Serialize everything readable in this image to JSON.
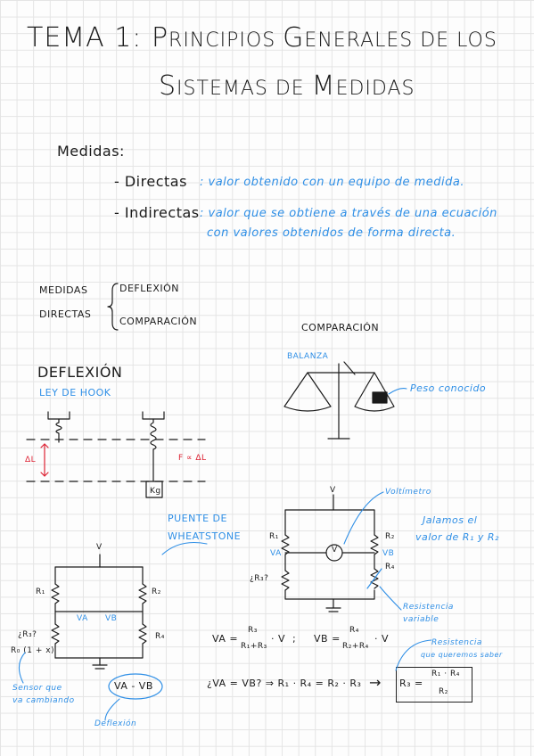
{
  "title": {
    "line1a": "TEMA 1: P",
    "line1b": "RINCIPIOS ",
    "line1c": "G",
    "line1d": "ENERALES DE LOS",
    "line2a": "S",
    "line2b": "ISTEMAS DE ",
    "line2c": "M",
    "line2d": "EDIDAS"
  },
  "measures": {
    "heading": "Medidas:",
    "direct_label": "- Directas",
    "direct_def": ": valor obtenido con un equipo de medida.",
    "indirect_label": "- Indirectas",
    "indirect_def_1": ": valor que se obtiene a través de una ecuación",
    "indirect_def_2": "con valores obtenidos de forma directa."
  },
  "classification": {
    "left_1": "MEDIDAS",
    "left_2": "DIRECTAS",
    "right_1": "DEFLEXIÓN",
    "right_2": "COMPARACIÓN"
  },
  "deflexion": {
    "heading": "DEFLEXIÓN",
    "law": "LEY DE HOOK",
    "delta": "ΔL",
    "force": "F ∝ ΔL",
    "mass": "Kg"
  },
  "comparacion": {
    "heading": "COMPARACIÓN",
    "balance": "BALANZA",
    "known_weight": "Peso conocido"
  },
  "wheatstone": {
    "label_1": "PUENTE DE",
    "label_2": "WHEATSTONE",
    "voltmeter_note": "Voltímetro",
    "adjust_note_1": "Jalamos el",
    "adjust_note_2": "valor de R₁ y R₂",
    "variable_note_1": "Resistencia",
    "variable_note_2": "variable",
    "unknown_note_1": "Resistencia",
    "unknown_note_2": "que queremos saber",
    "sensor_note_1": "Sensor que",
    "sensor_note_2": "va cambiando",
    "deflexion_note": "Deflexión",
    "v_label": "V",
    "voltmeter_symbol": "V",
    "r1": "R₁",
    "r2": "R₂",
    "r3q": "¿R₃?",
    "r4": "R₄",
    "va": "VA",
    "vb": "VB",
    "r0_expr": "R₀ (1 + x)",
    "diff": "VA - VB"
  },
  "equations": {
    "va_lhs": "VA =",
    "va_num": "R₃",
    "va_den": "R₁+R₃",
    "va_tail": "· V",
    "sep": ";",
    "vb_lhs": "VB =",
    "vb_num": "R₄",
    "vb_den": "R₂+R₄",
    "vb_tail": "· V",
    "condition": "¿VA = VB? ⇒ R₁ · R₄ = R₂ · R₃",
    "arrow": "→",
    "result_lhs": "R₃ =",
    "result_num": "R₁ · R₄",
    "result_den": "R₂"
  },
  "colors": {
    "ink": "#1b1b1b",
    "blue": "#2f8fe6",
    "grid": "#e4e4e4"
  }
}
